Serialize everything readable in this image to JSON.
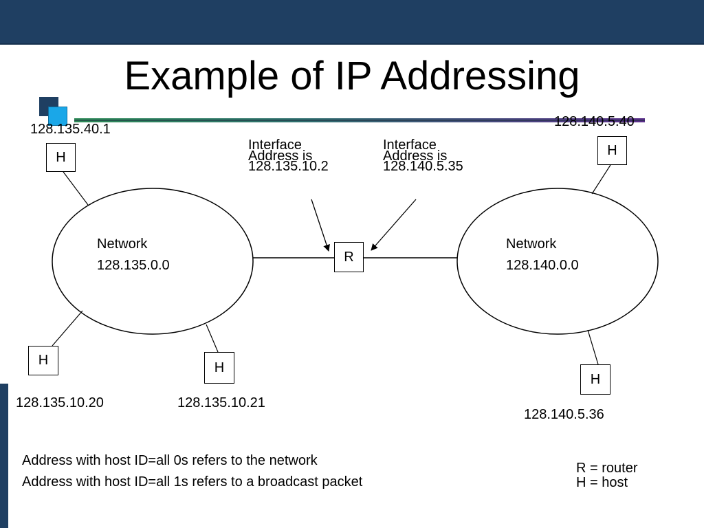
{
  "title": "Example of IP Addressing",
  "hosts": {
    "h1_label": "H",
    "h2_label": "H",
    "h3_label": "H",
    "h4_label": "H",
    "h5_label": "H"
  },
  "router_label": "R",
  "networks": {
    "left": {
      "line1": "Network",
      "line2": "128.135.0.0"
    },
    "right": {
      "line1": "Network",
      "line2": "128.140.0.0"
    }
  },
  "addresses": {
    "top_left_host": "128.135.40.1",
    "top_right_host": "128.140.5.40",
    "bottom_left_host_a": "128.135.10.20",
    "bottom_left_host_b": "128.135.10.21",
    "bottom_right_host": "128.140.5.36"
  },
  "interfaces": {
    "left": {
      "line1": "Interface",
      "line2": "Address is",
      "line3": "128.135.10.2"
    },
    "right": {
      "line1": "Interface",
      "line2": "Address is",
      "line3": "128.140.5.35"
    }
  },
  "notes": {
    "line1": "Address with host ID=all 0s refers to the network",
    "line2": "Address with host ID=all 1s refers to a broadcast packet"
  },
  "legend": {
    "router": "R = router",
    "host": "H = host"
  }
}
